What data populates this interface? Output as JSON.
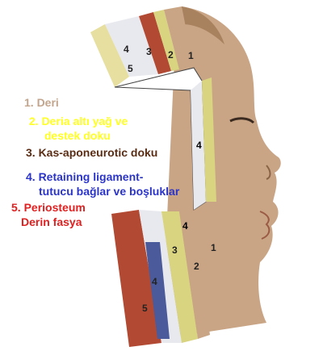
{
  "legend": [
    {
      "lines": [
        "1. Deri"
      ],
      "color": "#c2a58c"
    },
    {
      "lines": [
        "2. Deria altı yağ ve",
        "destek doku"
      ],
      "color": "#ffff22"
    },
    {
      "lines": [
        "3. Kas-aponeurotic doku"
      ],
      "color": "#5a2c14"
    },
    {
      "lines": [
        "4. Retaining ligament-",
        "tutucu bağlar ve boşluklar"
      ],
      "color": "#2b34c8"
    },
    {
      "lines": [
        "5. Periosteum",
        "Derin fasya"
      ],
      "color": "#e02020"
    }
  ],
  "diagram_labels": {
    "top": [
      "4",
      "3",
      "2",
      "1",
      "5"
    ],
    "middle": [
      "4"
    ],
    "bottom": [
      "4",
      "3",
      "2",
      "1",
      "4",
      "5"
    ]
  },
  "colors": {
    "skin": "#c9a585",
    "skin_shadow": "#a8815f",
    "fat": "#d8d480",
    "muscle": "#b24a33",
    "periosteum": "#e8e8ef",
    "ligament": "#4a5a9a"
  }
}
